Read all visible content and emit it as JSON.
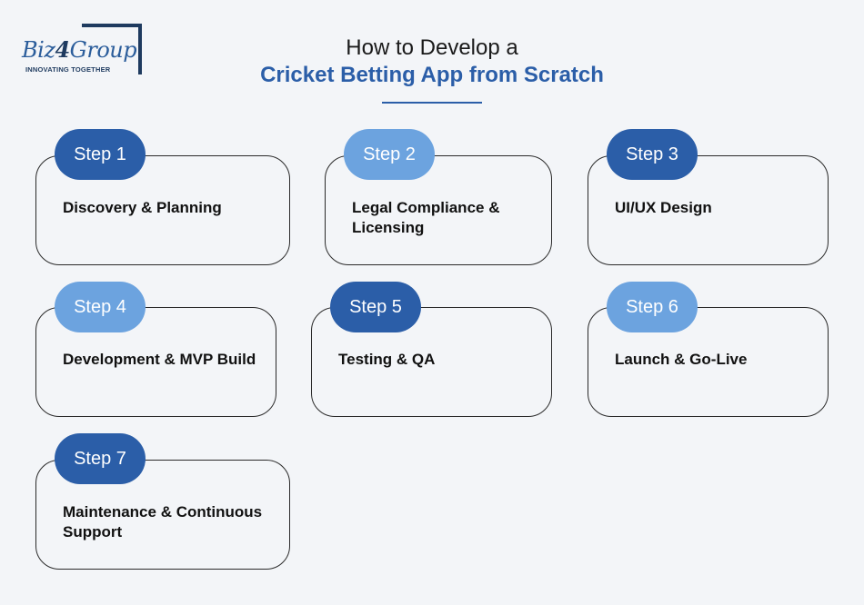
{
  "logo": {
    "word_biz": "Biz",
    "word_4": "4",
    "word_group": "Group",
    "tagline": "INNOVATING TOGETHER"
  },
  "title": {
    "line1": "How to Develop a",
    "line2": "Cricket Betting App from Scratch"
  },
  "colors": {
    "dark_pill": "#2b5ea8",
    "light_pill": "#6ca3df",
    "background": "#f3f5f8"
  },
  "steps": [
    {
      "label": "Step 1",
      "text": "Discovery & Planning",
      "tone": "dark"
    },
    {
      "label": "Step 2",
      "text": "Legal Compliance & Licensing",
      "tone": "light"
    },
    {
      "label": "Step 3",
      "text": "UI/UX Design",
      "tone": "dark"
    },
    {
      "label": "Step 4",
      "text": "Development & MVP Build",
      "tone": "light"
    },
    {
      "label": "Step 5",
      "text": "Testing & QA",
      "tone": "dark"
    },
    {
      "label": "Step 6",
      "text": "Launch & Go-Live",
      "tone": "light"
    },
    {
      "label": "Step 7",
      "text": "Maintenance & Continuous Support",
      "tone": "dark"
    }
  ]
}
